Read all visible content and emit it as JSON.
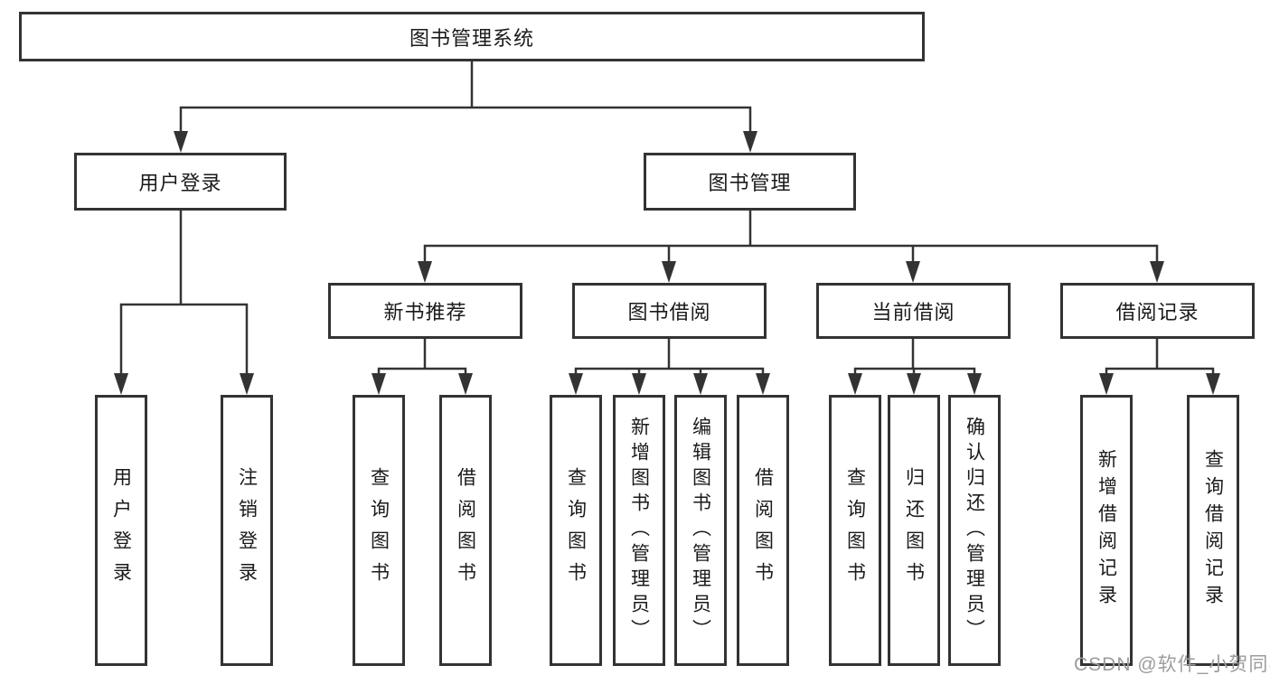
{
  "nodes": {
    "root": "图书管理系统",
    "login": "用户登录",
    "management": "图书管理",
    "recommend": "新书推荐",
    "borrow": "图书借阅",
    "current": "当前借阅",
    "records": "借阅记录"
  },
  "leaves": {
    "login": [
      "用户登录",
      "注销登录"
    ],
    "recommend": [
      "查询图书",
      "借阅图书"
    ],
    "borrow": [
      "查询图书",
      "新增图书（管理员）",
      "编辑图书（管理员）",
      "借阅图书"
    ],
    "current": [
      "查询图书",
      "归还图书",
      "确认归还（管理员）"
    ],
    "records": [
      "新增借阅记录",
      "查询借阅记录"
    ]
  },
  "colors": {
    "line": "#333333",
    "text": "#1a1a1a",
    "watermark": "#9c9c9c"
  },
  "watermark": "CSDN @软件_小贺同学"
}
